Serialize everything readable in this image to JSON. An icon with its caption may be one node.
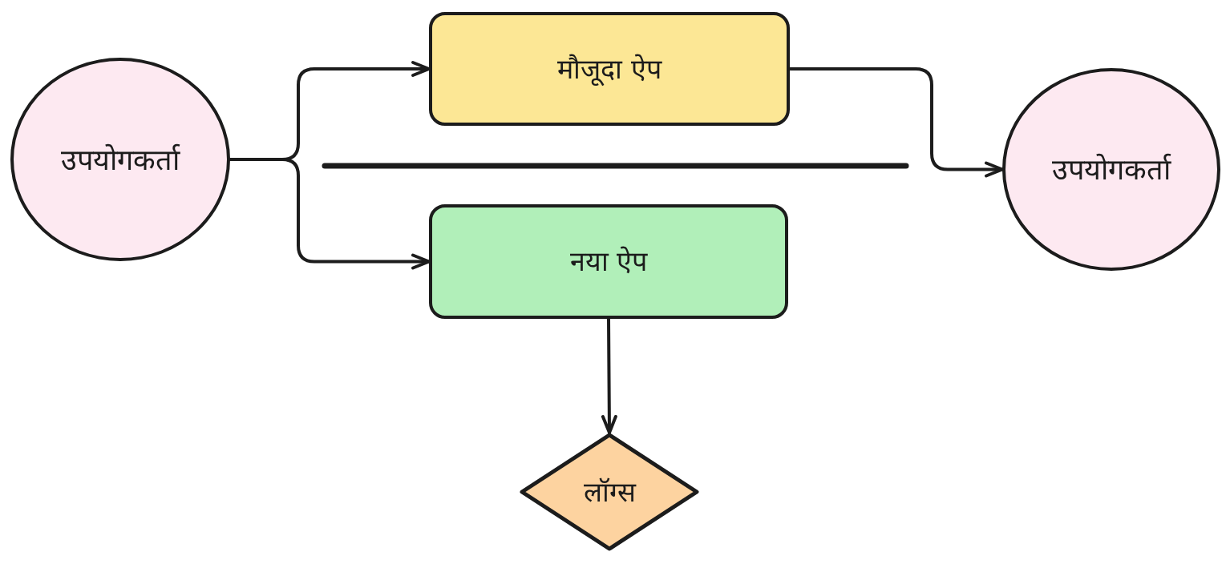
{
  "diagram": {
    "nodes": [
      {
        "text": [
          "उपयोगकर्ता"
        ]
      },
      {
        "text": [
          "मौजूदा ऐप"
        ]
      },
      {
        "text": [
          "नया ऐप"
        ]
      },
      {
        "text": [
          "उपयोगकर्ता"
        ]
      },
      {
        "text": [
          "लॉग्स"
        ]
      }
    ],
    "edges": [
      {
        "from": 0,
        "to": 1,
        "arrow": "to"
      },
      {
        "from": 0,
        "to": 2,
        "arrow": "to"
      },
      {
        "from": 1,
        "to": 3,
        "arrow": "to"
      },
      {
        "from": 2,
        "to": 4,
        "arrow": "to"
      }
    ]
  }
}
